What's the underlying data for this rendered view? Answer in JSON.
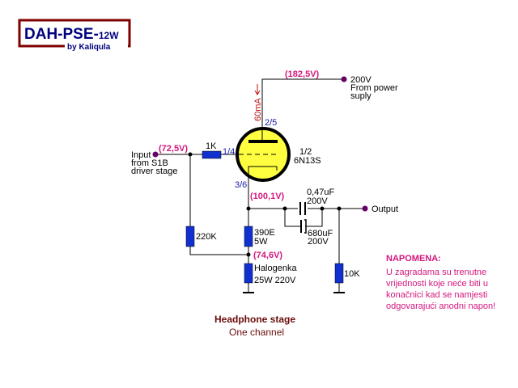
{
  "title": {
    "main": "DAH-PSE-",
    "suffix": "12W",
    "author": "by Kaliqula"
  },
  "colors": {
    "wire": "#000000",
    "resistor": "#1030d0",
    "tube_fill": "#ffff40",
    "voltage": "#d4167e",
    "terminal": "#660066",
    "title": "#000080",
    "frame": "#800000"
  },
  "voltages": {
    "anode": "(182,5V)",
    "grid": "(72,5V)",
    "cathode": "(100,1V)",
    "mid": "(74,6V)"
  },
  "current": "60mA",
  "tube": {
    "pin_anode": "2/5",
    "pin_grid": "1/4",
    "pin_cathode": "3/6",
    "name1": "1/2",
    "name2": "6N13S"
  },
  "supply": {
    "line1": "200V",
    "line2": "From power",
    "line3": "suply"
  },
  "input": {
    "line1": "Input",
    "line2": "from S1B",
    "line3": "driver stage"
  },
  "components": {
    "r_grid": "1K",
    "r_bias": "220K",
    "r_cathode": {
      "line1": "390E",
      "line2": "5W"
    },
    "lamp": {
      "line1": "Halogenka",
      "line2": "25W 220V"
    },
    "r_out": "10K",
    "c1": {
      "line1": "0,47uF",
      "line2": "200V"
    },
    "c2": {
      "line1": "680uF",
      "line2": "200V"
    }
  },
  "output": "Output",
  "note": {
    "heading": "NAPOMENA:",
    "lines": [
      "U zagradama su trenutne",
      "vrijednosti koje neće biti u",
      "konačnici kad se namjesti",
      "odgovarajući anodni napon!"
    ]
  },
  "caption": {
    "title": "Headphone stage",
    "subtitle": "One channel"
  }
}
